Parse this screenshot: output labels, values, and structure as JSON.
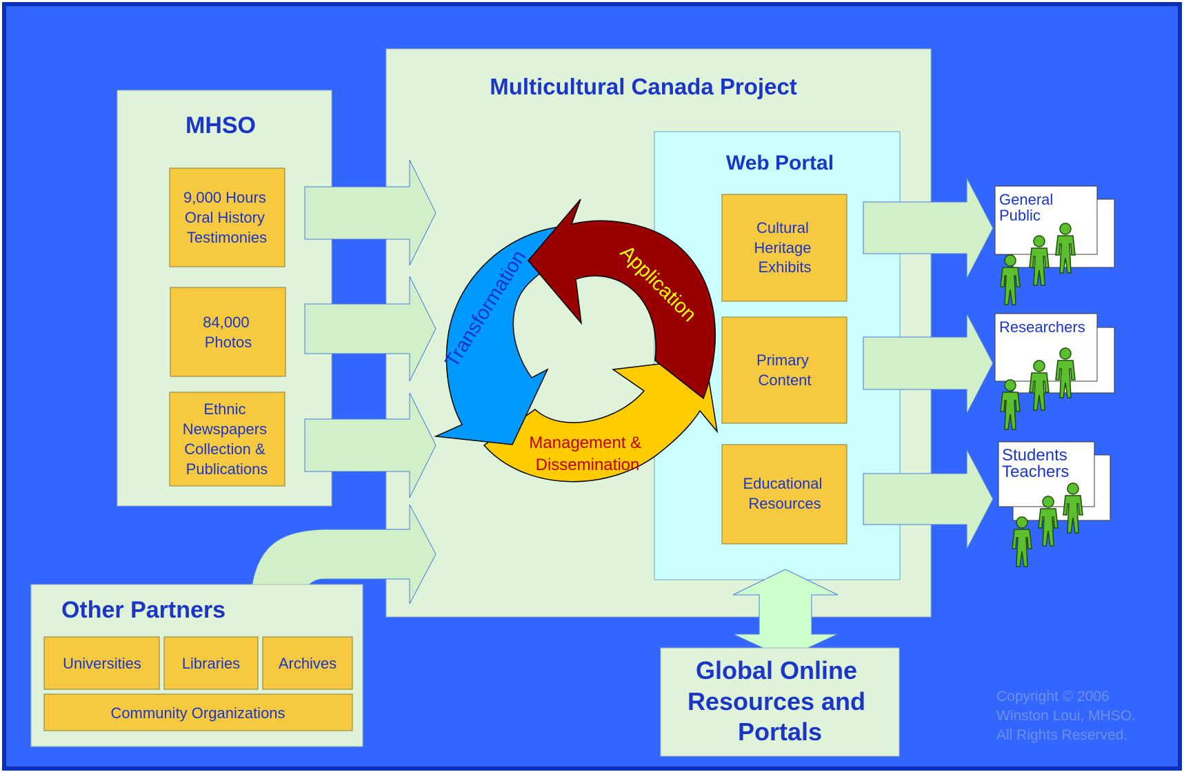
{
  "colors": {
    "background": "#3366ff",
    "panel": "#dff3d8",
    "portal": "#ccffff",
    "orange_box": "#f6c93f",
    "title_text": "#1a35c8",
    "arrow_fill": "#d2f0c8",
    "cycle_blue": "#0099ff",
    "cycle_red": "#990000",
    "cycle_yellow": "#ffcc00",
    "people_green": "#5cbf2e"
  },
  "mhso": {
    "title": "MHSO",
    "items": [
      [
        "9,000 Hours",
        "Oral History",
        "Testimonies"
      ],
      [
        "84,000",
        "Photos"
      ],
      [
        "Ethnic",
        "Newspapers",
        "Collection &",
        "Publications"
      ]
    ]
  },
  "project": {
    "title": "Multicultural Canada Project"
  },
  "cycle": {
    "transformation": "Transformation",
    "application": "Application",
    "management": [
      "Management &",
      "Dissemination"
    ]
  },
  "portal": {
    "title": "Web Portal",
    "items": [
      [
        "Cultural",
        "Heritage",
        "Exhibits"
      ],
      [
        "Primary",
        "Content"
      ],
      [
        "Educational",
        "Resources"
      ]
    ]
  },
  "audiences": [
    [
      "General",
      "Public"
    ],
    [
      "Researchers"
    ],
    [
      "Students",
      "Teachers"
    ]
  ],
  "partners": {
    "title": "Other Partners",
    "items": [
      "Universities",
      "Libraries",
      "Archives"
    ],
    "community": "Community Organizations"
  },
  "global": {
    "lines": [
      "Global Online",
      "Resources and",
      "Portals"
    ]
  },
  "copyright": [
    "Copyright © 2006",
    "Winston Loui, MHSO.",
    "All Rights Reserved."
  ]
}
